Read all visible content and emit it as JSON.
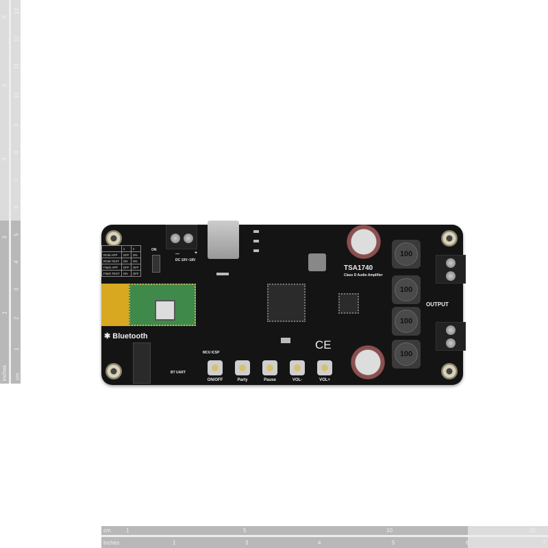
{
  "ruler_left": {
    "inch_labels": [
      "6",
      "5",
      "4",
      "3",
      "1",
      "inches"
    ],
    "cm_labels": [
      "13",
      "12",
      "11",
      "10",
      "9",
      "8",
      "7",
      "6",
      "5",
      "4",
      "3",
      "2",
      "1",
      "cm"
    ]
  },
  "ruler_bottom": {
    "cm_unit": "cm",
    "cm_labels": [
      "1",
      "5",
      "10",
      "15"
    ],
    "inch_unit": "inches",
    "inch_labels": [
      "1",
      "3",
      "4",
      "5",
      "6",
      "7"
    ]
  },
  "board": {
    "chip_name": "TSA1740",
    "chip_desc": "Class D Audio Amplifier",
    "power_label": "DC 10V~18V",
    "power_minus": "—",
    "power_plus": "+",
    "switch_on": "ON",
    "output_label": "OUTPUT",
    "bluetooth_label": "Bluetooth",
    "mcu_icsp": "MCU ICSP",
    "bt_uart": "BT UART",
    "ce_mark": "CE",
    "inductor_value": "100",
    "config_table": {
      "header": [
        "",
        "1",
        "2"
      ],
      "rows": [
        [
          "ROM APP",
          "OFF",
          "ON"
        ],
        [
          "ROM TEST",
          "ON",
          "ON"
        ],
        [
          "Flash APP",
          "OFF",
          "OFF"
        ],
        [
          "Flash TEST",
          "ON",
          "OFF"
        ]
      ]
    },
    "buttons": [
      "ON/OFF",
      "Party",
      "Pause",
      "VOL-",
      "VOL+"
    ],
    "colors": {
      "board": "#141414",
      "module": "#3f8a4a",
      "antenna": "#d8a820"
    }
  }
}
